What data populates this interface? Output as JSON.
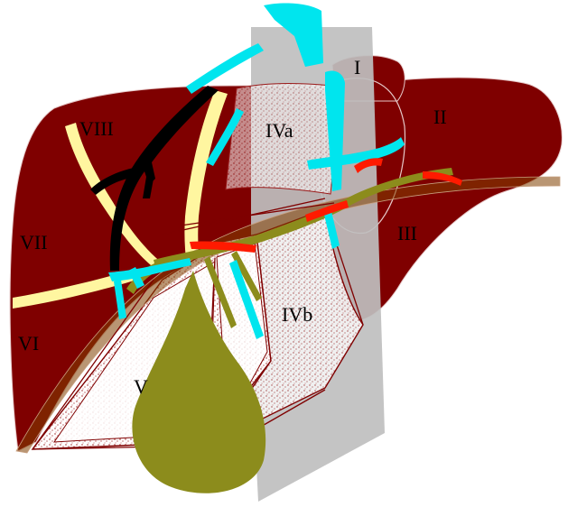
{
  "diagram": {
    "segments": {
      "I": "I",
      "II": "II",
      "III": "III",
      "IVa": "IVa",
      "IVb": "IVb",
      "V": "V",
      "VI": "VI",
      "VII": "VII",
      "VIII": "VIII"
    }
  },
  "colors": {
    "liver_parenchyma": "#7f0000",
    "liver_outline": "#e6c9c9",
    "hepatic_veins": "#000000",
    "portal_vein": "#00e5ee",
    "hepatic_artery": "#ff1a00",
    "bile_duct": "#8c8c1c",
    "gallbladder": "#8c8c1c",
    "fissure": "#fff6a0",
    "plane": "#bfbfbf",
    "stipple": "#9a1a1a"
  }
}
